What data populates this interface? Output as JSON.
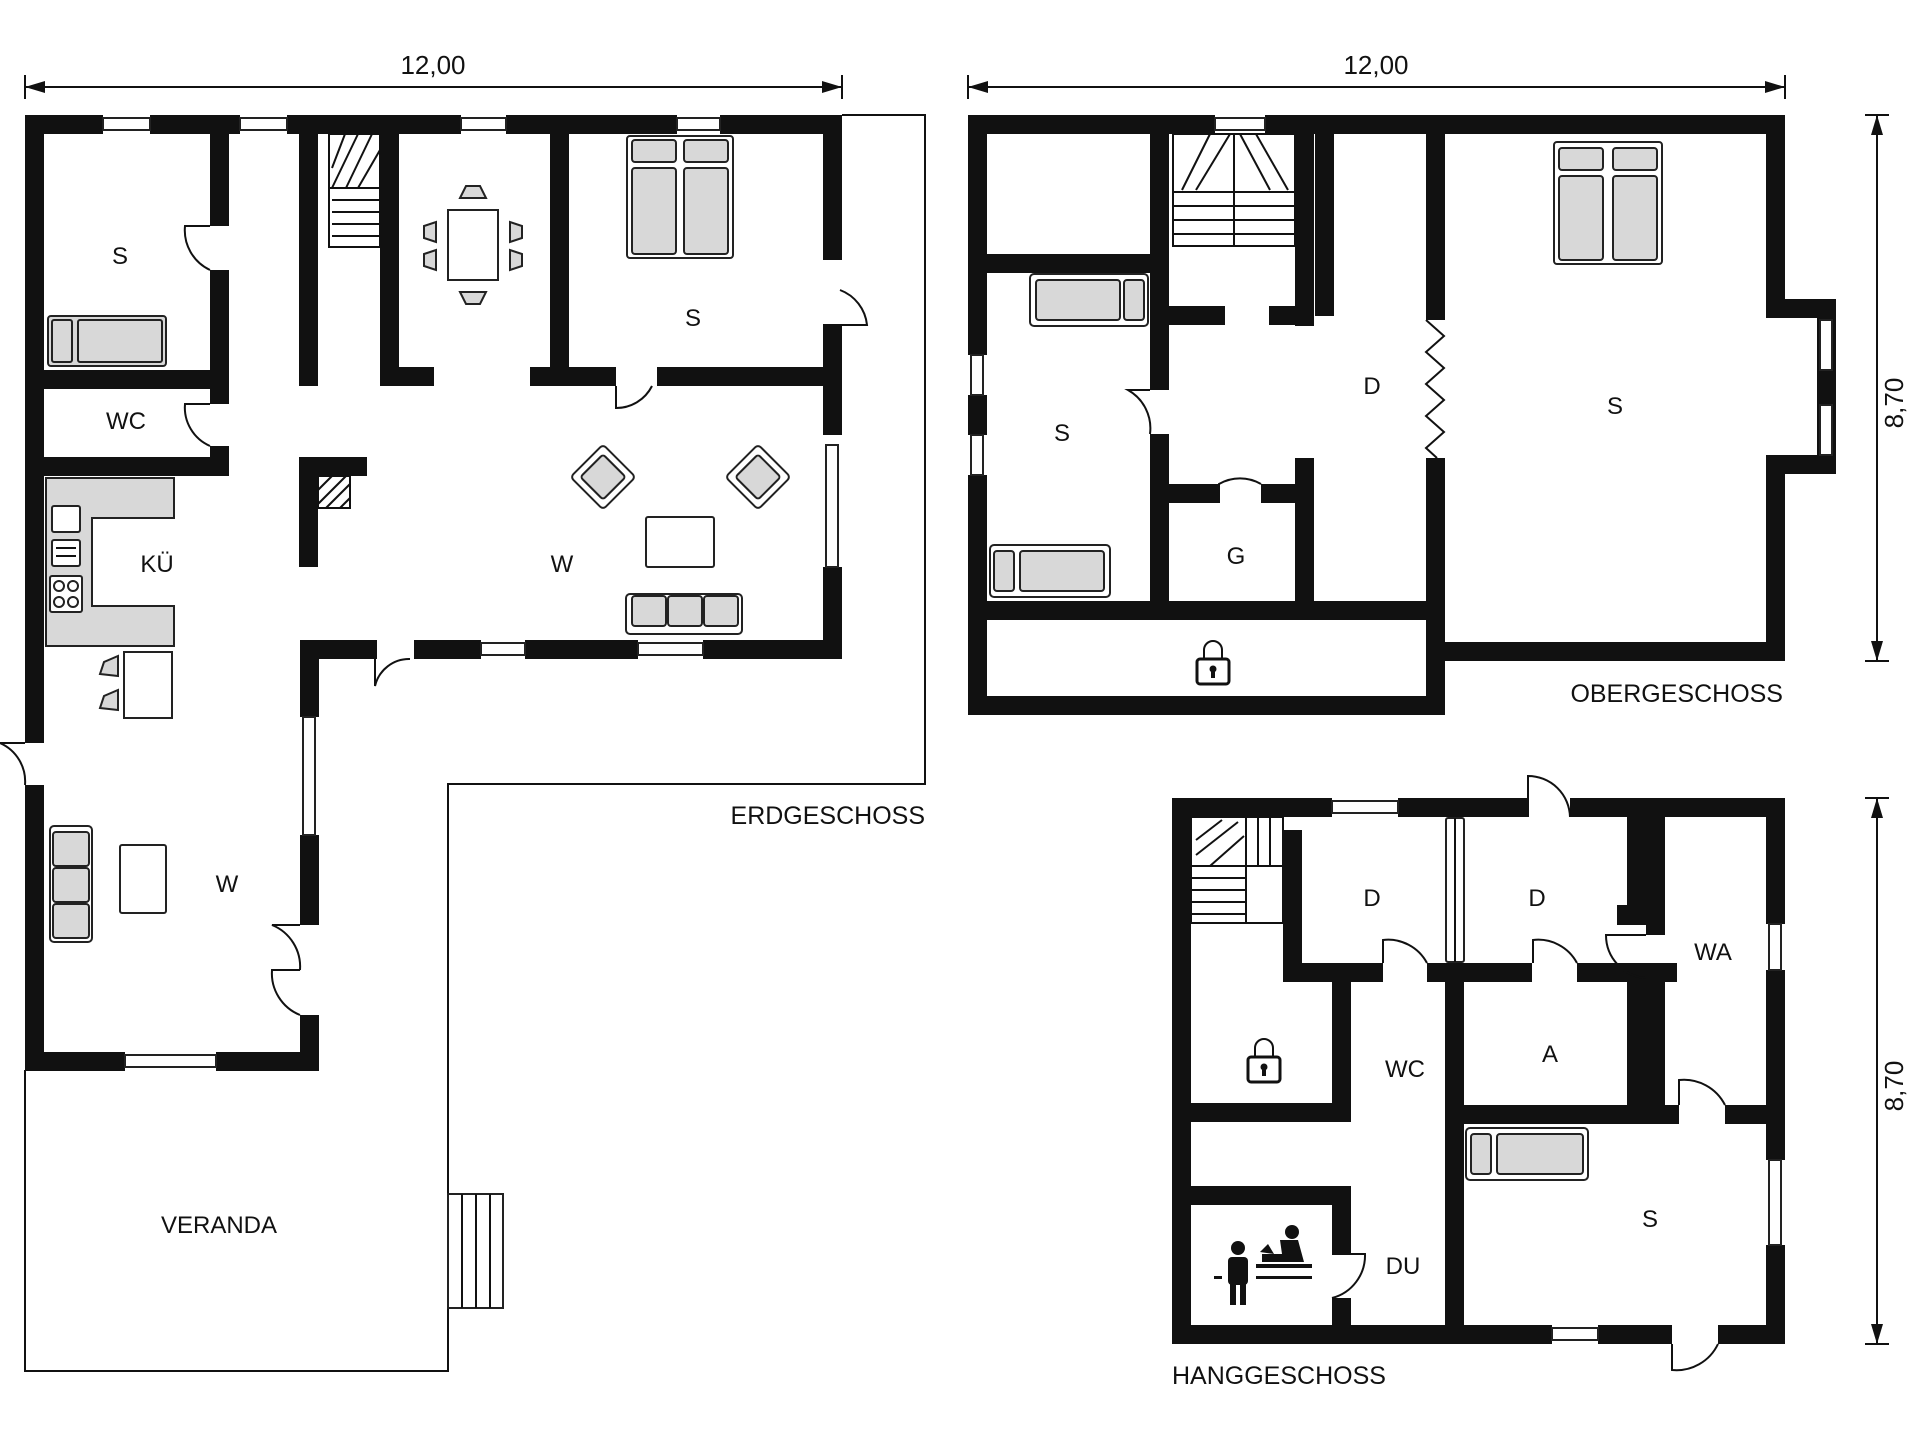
{
  "dimensions": {
    "width_top_left": "12,00",
    "width_top_right": "12,00",
    "height_right_top": "8,70",
    "height_right_bottom": "8,70"
  },
  "floors": {
    "ground": "ERDGESCHOSS",
    "upper": "OBERGESCHOSS",
    "slope": "HANGGESCHOSS"
  },
  "rooms": {
    "eg_s1": "S",
    "eg_s2": "S",
    "eg_wc": "WC",
    "eg_kue": "KÜ",
    "eg_w1": "W",
    "eg_w2": "W",
    "eg_veranda": "VERANDA",
    "og_s1": "S",
    "og_d": "D",
    "og_s2": "S",
    "og_g": "G",
    "hg_d1": "D",
    "hg_d2": "D",
    "hg_wa": "WA",
    "hg_wc": "WC",
    "hg_a": "A",
    "hg_s": "S",
    "hg_du": "DU"
  },
  "colors": {
    "wall": "#111111",
    "furniture": "#d8d8d8",
    "background": "#ffffff"
  },
  "icons": [
    "lock-icon",
    "sauna-icon",
    "stairs-icon",
    "bed-icon",
    "sofa-icon",
    "armchair-icon",
    "door-icon",
    "window-icon",
    "stove-icon",
    "fireplace-icon"
  ]
}
